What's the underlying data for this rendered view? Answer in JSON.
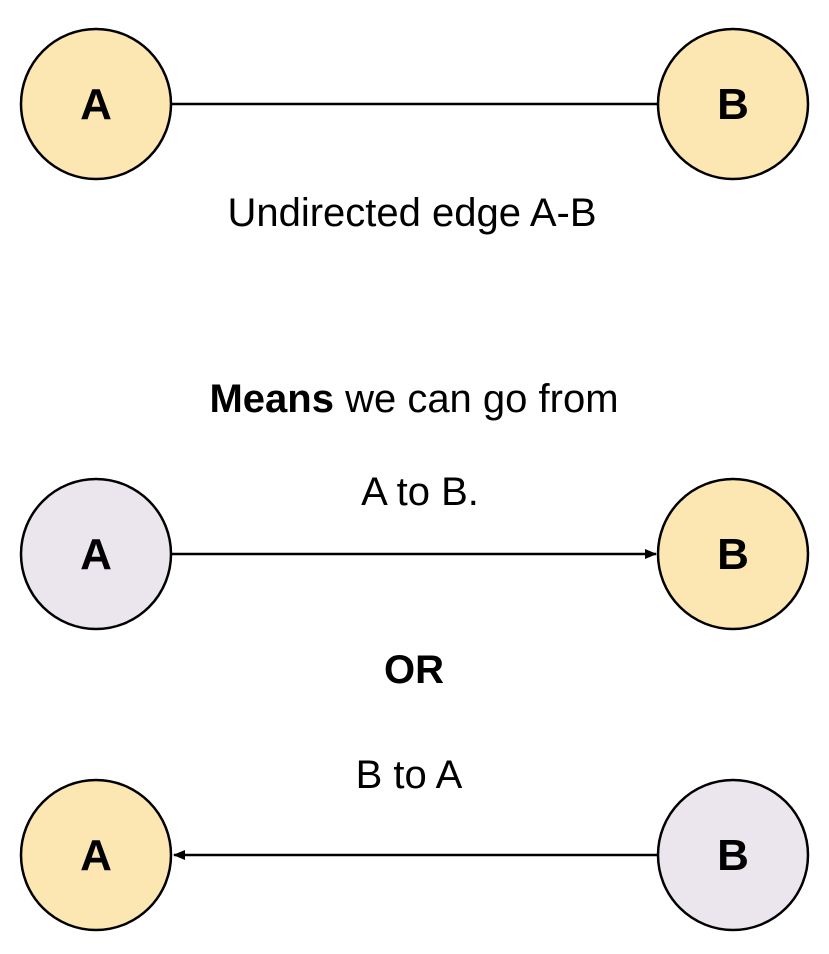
{
  "colors": {
    "highlight": "#FCE7B2",
    "muted": "#EBE5EE",
    "stroke": "#000000"
  },
  "sections": {
    "undirected": {
      "node_a": "A",
      "node_b": "B",
      "caption": "Undirected edge A-B"
    },
    "explanation": {
      "lead_bold": "Means",
      "lead_rest": " we can go from"
    },
    "a_to_b": {
      "caption": "A to B.",
      "node_a": "A",
      "node_b": "B"
    },
    "separator": "OR",
    "b_to_a": {
      "caption": "B to A",
      "node_a": "A",
      "node_b": "B"
    }
  }
}
